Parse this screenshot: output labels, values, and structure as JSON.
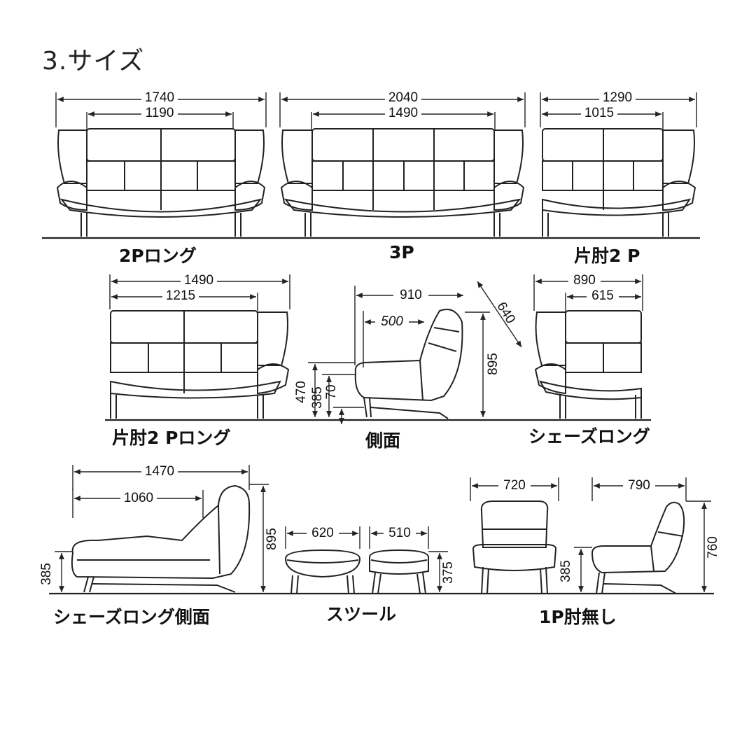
{
  "title": "3.サイズ",
  "captions": {
    "p2_long": "2Pロング",
    "p3": "3P",
    "katahiji2p": "片肘2 P",
    "katahiji2p_long": "片肘2 Pロング",
    "side": "側面",
    "chaise_long": "シェーズロング",
    "chaise_long_side": "シェーズロング側面",
    "stool": "スツール",
    "one_p_armless": "1P肘無し"
  },
  "dims": {
    "p2_long": {
      "overall": "1740",
      "seat": "1190"
    },
    "p3": {
      "overall": "2040",
      "seat": "1490"
    },
    "katahiji2p": {
      "overall": "1290",
      "seat": "1015"
    },
    "katahiji2p_long": {
      "overall": "1490",
      "seat": "1215"
    },
    "side": {
      "depth": "910",
      "seat_depth": "500",
      "height": "895",
      "diag": "640",
      "arm": "470",
      "seat": "385",
      "leg": "70"
    },
    "chaise": {
      "overall": "890",
      "seat": "615"
    },
    "chaise_side": {
      "overall": "1470",
      "seat": "1060",
      "height": "895",
      "seat_h": "385"
    },
    "stool": {
      "width": "620",
      "depth": "510",
      "height": "375"
    },
    "one_p_armless": {
      "width": "720",
      "depth": "790",
      "seat_h": "385",
      "height": "760"
    }
  }
}
